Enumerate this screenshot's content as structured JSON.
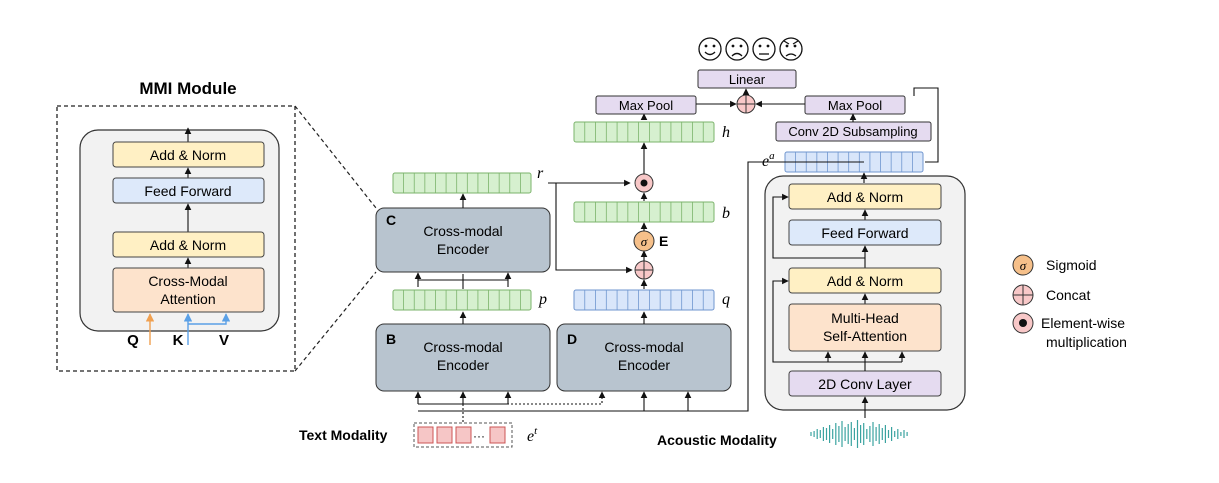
{
  "mmi": {
    "title": "MMI Module",
    "add_norm_top": "Add & Norm",
    "feed_forward": "Feed Forward",
    "add_norm_bottom": "Add & Norm",
    "attention_line1": "Cross-Modal",
    "attention_line2": "Attention",
    "input_q": "Q",
    "input_k": "K",
    "input_v": "V"
  },
  "encoders": {
    "c_tag": "C",
    "c_line1": "Cross-modal",
    "c_line2": "Encoder",
    "b_tag": "B",
    "b_line1": "Cross-modal",
    "b_line2": "Encoder",
    "d_tag": "D",
    "d_line1": "Cross-modal",
    "d_line2": "Encoder"
  },
  "features": {
    "r": "r",
    "p": "p",
    "q": "q",
    "b": "b",
    "h": "h",
    "ea_base": "e",
    "ea_sup": "a",
    "et_base": "e",
    "et_sup": "t"
  },
  "gate": {
    "sigma": "σ",
    "label": "E"
  },
  "top": {
    "linear": "Linear",
    "max_pool_left": "Max Pool",
    "max_pool_right": "Max Pool",
    "conv_subsampling": "Conv 2D Subsampling",
    "emotion_icons": [
      "happy-face",
      "sad-face",
      "neutral-face",
      "angry-face"
    ]
  },
  "audio_encoder": {
    "add_norm_top": "Add & Norm",
    "feed_forward": "Feed Forward",
    "add_norm_bottom": "Add & Norm",
    "mhsa_line1": "Multi-Head",
    "mhsa_line2": "Self-Attention",
    "conv_layer": "2D Conv Layer"
  },
  "modalities": {
    "text": "Text Modality",
    "acoustic": "Acoustic Modality"
  },
  "legend": {
    "sigmoid": "Sigmoid",
    "concat": "Concat",
    "elementwise_line1": "Element-wise",
    "elementwise_line2": "multiplication"
  },
  "colors": {
    "add_norm": "#fff0c4",
    "feed_forward": "#dde9fa",
    "attention": "#fde3cc",
    "encoder": "#b8c4cf",
    "purple_box": "#e5dbf0",
    "green_bar": "#d6f0cf",
    "blue_bar": "#d9e6fa",
    "pink_cell": "#f6c6c6",
    "module_bg": "#f2f2f2"
  }
}
